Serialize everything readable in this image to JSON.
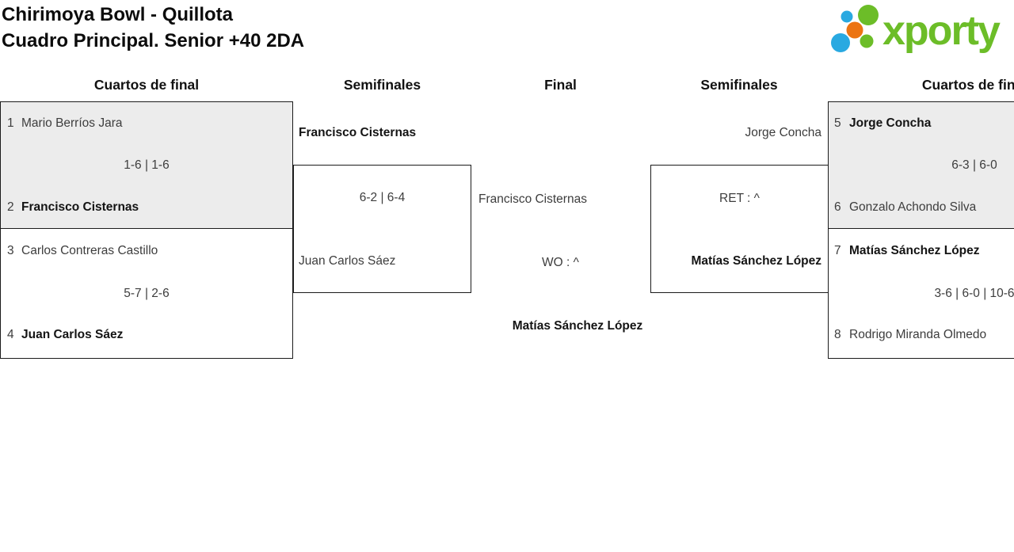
{
  "title": {
    "line1": "Chirimoya Bowl - Quillota",
    "line2": "Cuadro Principal. Senior +40 2DA"
  },
  "logo": {
    "text": "xporty"
  },
  "rounds": [
    "Cuartos de final",
    "Semifinales",
    "Final",
    "Semifinales",
    "Cuartos de final"
  ],
  "qf_left_1": {
    "seed1": "1",
    "player1": "Mario Berríos Jara",
    "score": "1-6 | 1-6",
    "seed2": "2",
    "player2": "Francisco Cisternas"
  },
  "qf_left_2": {
    "seed1": "3",
    "player1": "Carlos Contreras Castillo",
    "score": "5-7 | 2-6",
    "seed2": "4",
    "player2": "Juan Carlos Sáez"
  },
  "sf_left": {
    "player1": "Francisco Cisternas",
    "score": "6-2 | 6-4",
    "player2": "Juan Carlos Sáez"
  },
  "final": {
    "player1": "Francisco Cisternas",
    "score": "WO : ^",
    "champion": "Matías Sánchez López"
  },
  "sf_right": {
    "player1": "Jorge Concha",
    "score": "RET : ^",
    "player2": "Matías Sánchez López"
  },
  "qf_right_1": {
    "seed1": "5",
    "player1": "Jorge Concha",
    "score": "6-3 | 6-0",
    "seed2": "6",
    "player2": "Gonzalo Achondo Silva"
  },
  "qf_right_2": {
    "seed1": "7",
    "player1": "Matías Sánchez López",
    "score": "3-6 | 6-0 | 10-6",
    "seed2": "8",
    "player2": "Rodrigo Miranda Olmedo"
  },
  "colors": {
    "logo_green": "#6cbd28",
    "logo_blue": "#29a9e1",
    "logo_orange": "#ec7412",
    "box_shade": "#ececec",
    "border": "#1b1b1b"
  }
}
